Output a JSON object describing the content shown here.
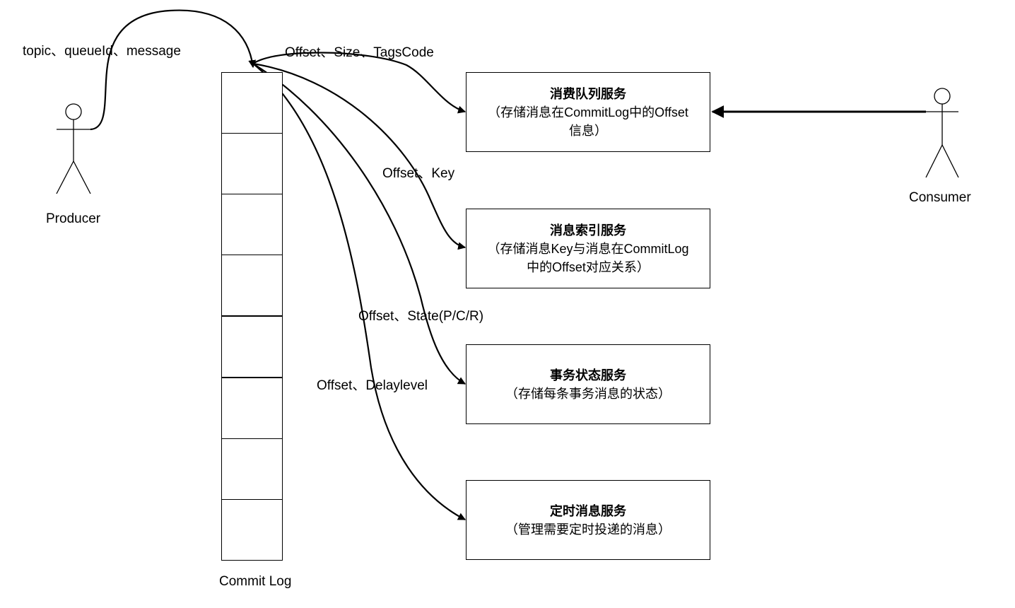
{
  "actors": {
    "producer": {
      "label": "Producer",
      "icon": "stick-figure"
    },
    "consumer": {
      "label": "Consumer",
      "icon": "stick-figure"
    }
  },
  "commit_log": {
    "label": "Commit Log",
    "cell_count": 8
  },
  "edges": {
    "producer_to_log": "topic、queueId、message",
    "log_to_consume_queue": "Offset、Size、TagsCode",
    "log_to_index": "Offset、Key",
    "log_to_transaction": "Offset、State(P/C/R)",
    "log_to_schedule": "Offset、Delaylevel"
  },
  "services": [
    {
      "title": "消费队列服务",
      "desc_line1": "（存储消息在CommitLog中的Offset",
      "desc_line2": "信息）"
    },
    {
      "title": "消息索引服务",
      "desc_line1": "（存储消息Key与消息在CommitLog",
      "desc_line2": "中的Offset对应关系）"
    },
    {
      "title": "事务状态服务",
      "desc_line1": "（存储每条事务消息的状态）",
      "desc_line2": ""
    },
    {
      "title": "定时消息服务",
      "desc_line1": "（管理需要定时投递的消息）",
      "desc_line2": ""
    }
  ],
  "colors": {
    "stroke": "#000000",
    "background": "#ffffff"
  }
}
